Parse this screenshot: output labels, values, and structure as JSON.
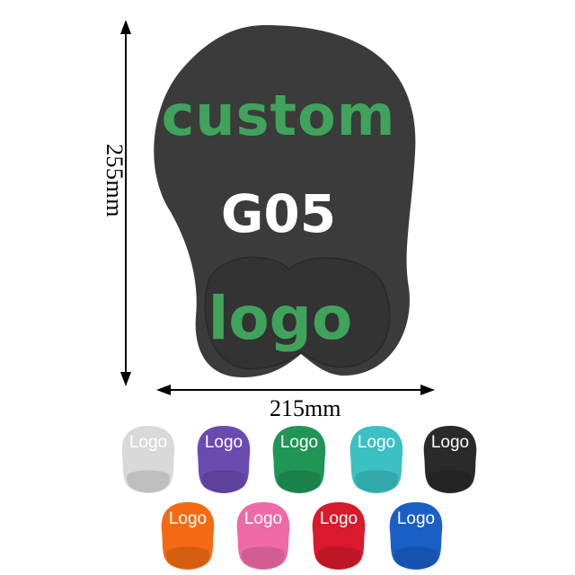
{
  "product": {
    "headline": "custom",
    "model": "G05",
    "logo_text": "logo",
    "height_label": "255mm",
    "width_label": "215mm",
    "pad_color": "#3b3b3b",
    "text_accent": "#3fa35c"
  },
  "swatches": [
    {
      "label": "Logo",
      "color": "#d9d9d9"
    },
    {
      "label": "Logo",
      "color": "#6a4bb0"
    },
    {
      "label": "Logo",
      "color": "#1f9556"
    },
    {
      "label": "Logo",
      "color": "#3bc0c3"
    },
    {
      "label": "Logo",
      "color": "#2a2a2a"
    },
    {
      "label": "Logo",
      "color": "#f46a12"
    },
    {
      "label": "Logo",
      "color": "#f06aa7"
    },
    {
      "label": "Logo",
      "color": "#d81a2c"
    },
    {
      "label": "Logo",
      "color": "#1a5fc6"
    }
  ]
}
